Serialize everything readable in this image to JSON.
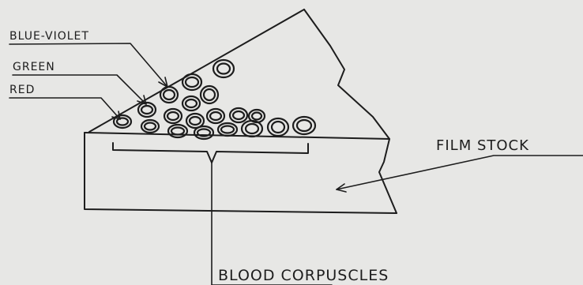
{
  "labels": {
    "blue_violet": "BLUE-VIOLET",
    "green": "GREEN",
    "red": "RED",
    "film_stock": "FILM STOCK",
    "blood_corpuscles": "BLOOD CORPUSCLES"
  },
  "colors": {
    "background": "#e7e7e5",
    "ink": "#1d1d1d"
  }
}
